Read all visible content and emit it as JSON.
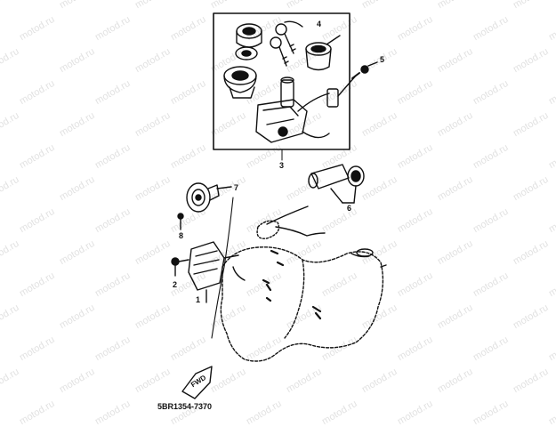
{
  "watermark": {
    "text": "motod.ru",
    "color": "#e2e2e2"
  },
  "diagram": {
    "part_code": "5BR1354-7370",
    "fwd_arrow_label": "FWD",
    "ink_color": "#111111",
    "callouts": [
      "1",
      "2",
      "3",
      "4",
      "5",
      "6",
      "7",
      "8"
    ]
  }
}
